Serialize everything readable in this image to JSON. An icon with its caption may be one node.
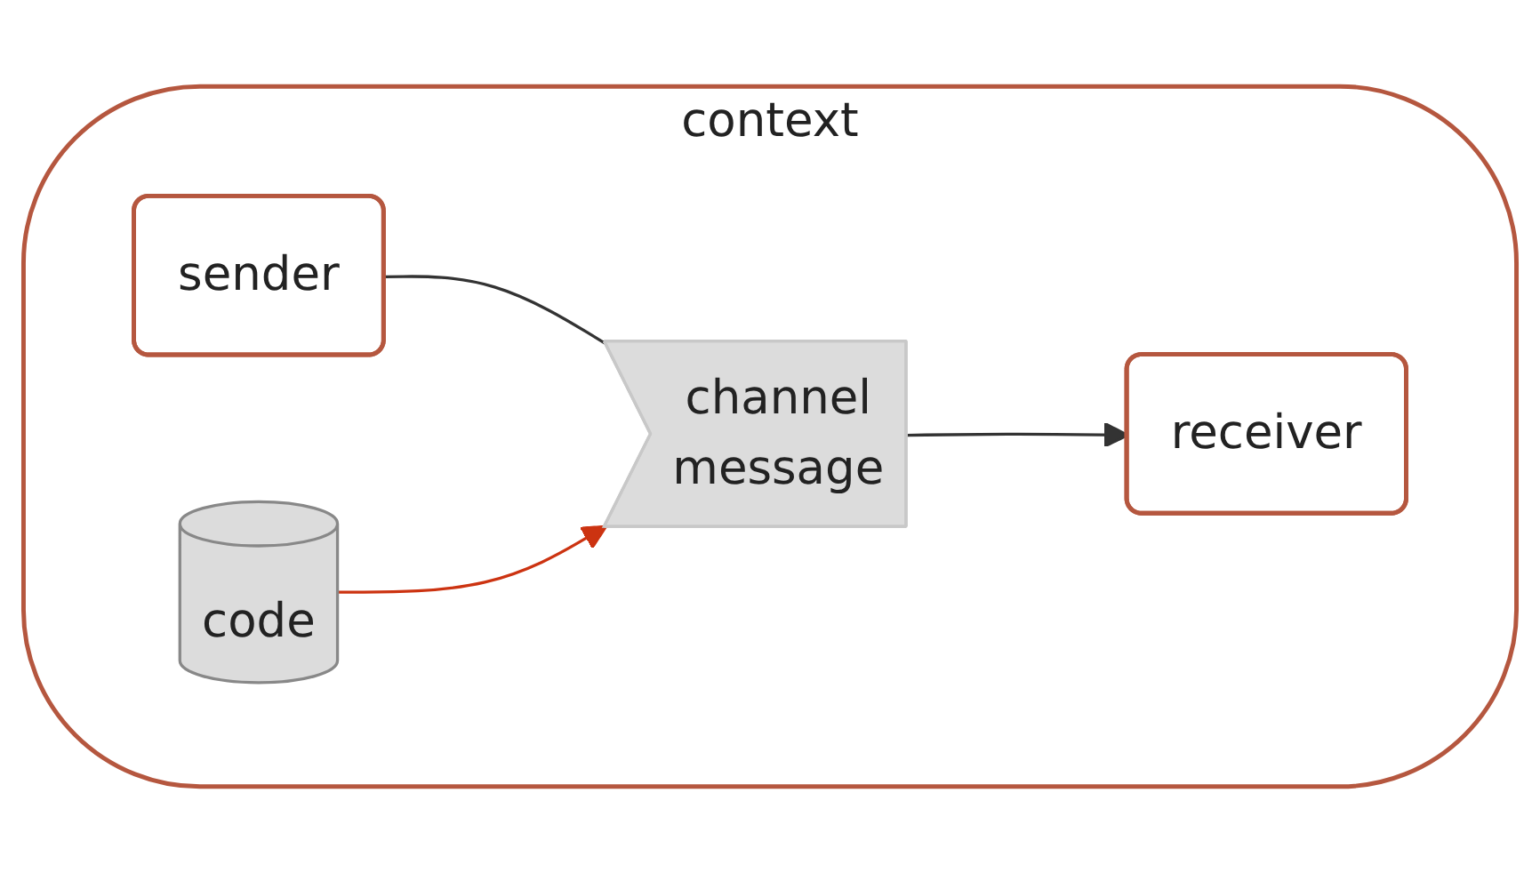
{
  "diagram": {
    "nodes": [
      {
        "text": [
          "context"
        ]
      },
      {
        "text": [
          "sender"
        ],
        "in": 0
      },
      {
        "text": [
          "channel",
          "message"
        ],
        "in": 0
      },
      {
        "text": [
          "receiver"
        ],
        "in": 0
      },
      {
        "text": [
          "code"
        ],
        "in": 0
      }
    ],
    "edges": [
      {
        "from": 1,
        "to": 2,
        "arrow": "none"
      },
      {
        "from": 2,
        "to": 3,
        "arrow": "to"
      },
      {
        "from": 4,
        "to": 2,
        "arrow": "to",
        "color": "#cc3311"
      }
    ]
  }
}
